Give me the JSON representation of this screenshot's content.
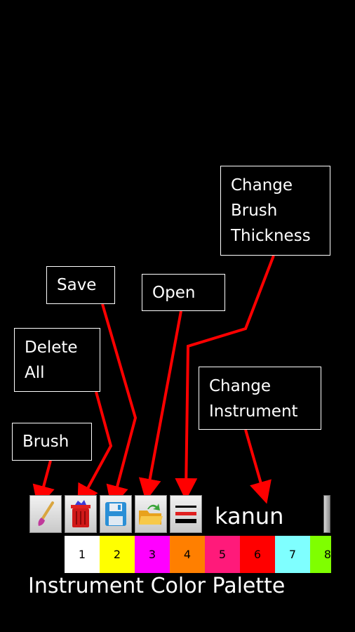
{
  "callouts": {
    "brush": "Brush",
    "delete_all": "Delete\nAll",
    "save": "Save",
    "open": "Open",
    "change_thickness": "Change\nBrush\nThickness",
    "change_instrument": "Change\nInstrument"
  },
  "toolbar": {
    "buttons": [
      {
        "name": "brush",
        "icon": "paintbrush-icon"
      },
      {
        "name": "delete-all",
        "icon": "trash-icon"
      },
      {
        "name": "save",
        "icon": "floppy-disk-icon"
      },
      {
        "name": "open",
        "icon": "open-folder-icon"
      },
      {
        "name": "brush-thickness",
        "icon": "lines-icon"
      }
    ],
    "instrument": "kanun"
  },
  "palette": {
    "swatches": [
      {
        "label": "1",
        "color": "#ffffff"
      },
      {
        "label": "2",
        "color": "#ffff00"
      },
      {
        "label": "3",
        "color": "#ff00ff"
      },
      {
        "label": "4",
        "color": "#ff7f00"
      },
      {
        "label": "5",
        "color": "#ff1a7a"
      },
      {
        "label": "6",
        "color": "#ff0000"
      },
      {
        "label": "7",
        "color": "#7fffff"
      },
      {
        "label": "8",
        "color": "#7fff00"
      }
    ],
    "caption": "Instrument Color Palette"
  },
  "colors": {
    "arrow": "#ff0000",
    "background": "#000000"
  }
}
